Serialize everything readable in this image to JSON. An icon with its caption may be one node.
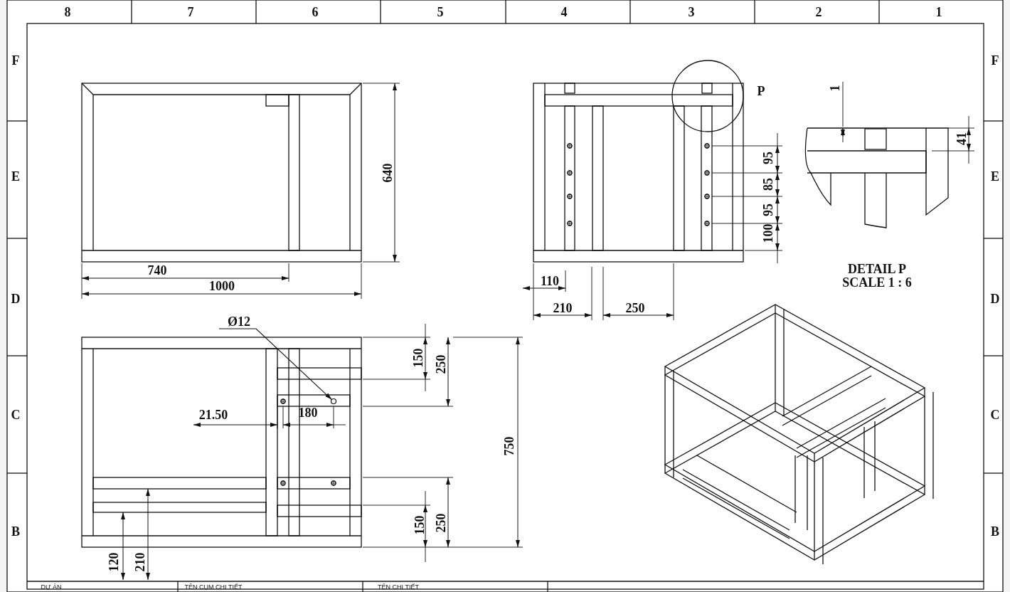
{
  "diagram": {
    "nodes": [
      {
        "text": [
          "Ø12"
        ]
      },
      {
        "text": [],
        "shape": "circle"
      }
    ],
    "edges": [
      {
        "from": 0,
        "to": 1,
        "arrow": "to"
      }
    ],
    "labels": [
      "8",
      "7",
      "6",
      "5",
      "4",
      "3",
      "2",
      "1",
      "F",
      "P",
      "1",
      "F",
      "640",
      "95",
      "41",
      "E",
      "E",
      "85",
      "95",
      "100",
      "DETAIL P",
      "SCALE 1 : 6",
      "740",
      "110",
      "D",
      "D",
      "1000",
      "210",
      "250",
      "150",
      "250",
      "C",
      "21.50",
      "180",
      "C",
      "750",
      "150",
      "250",
      "B",
      "B",
      "120",
      "210",
      "DỰ ÁN",
      "TÊN CỤM CHI TIẾT",
      "TÊN CHI TIẾT"
    ]
  }
}
